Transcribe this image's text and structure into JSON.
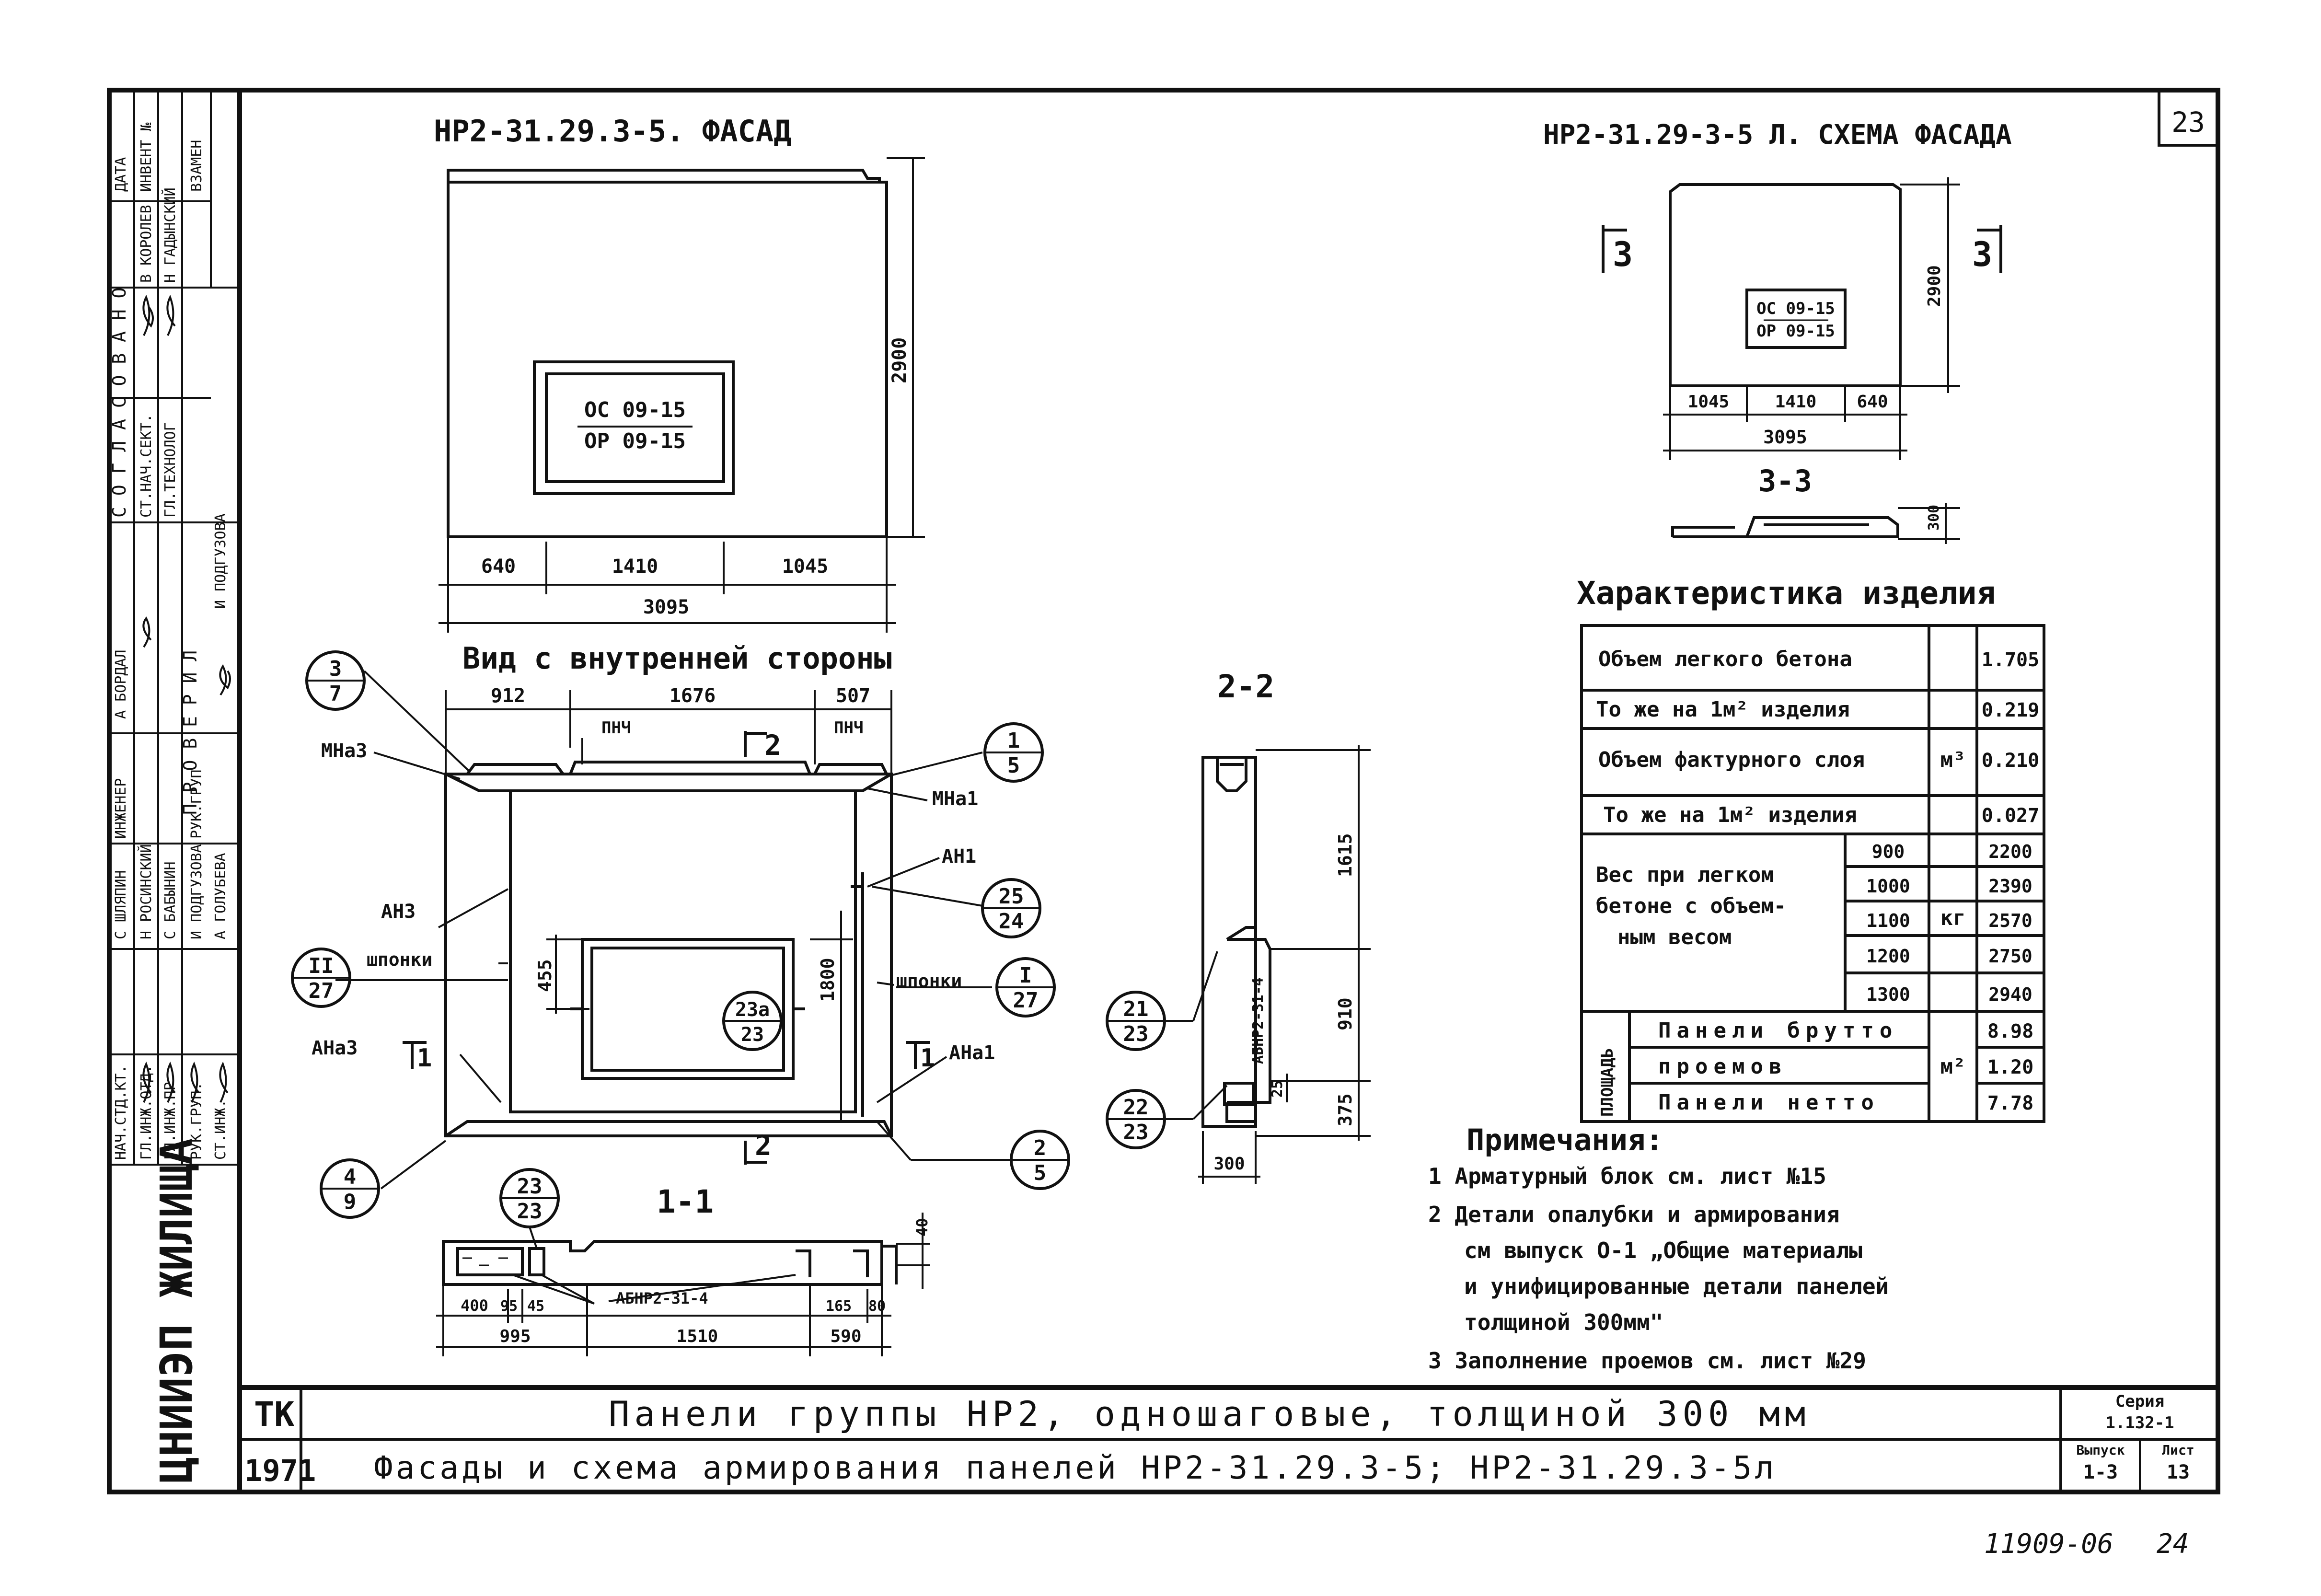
{
  "sheet_number": "23",
  "page_marks": {
    "doc_code": "11909-06",
    "page": "24"
  },
  "approval_block": {
    "headers": [
      "ДАТА",
      "ИНВЕНТ №",
      "ВЗАМЕН",
      "С О Г Л А С О В А Н О",
      "П Р О В Е Р И Л"
    ],
    "names": [
      "В КОРОЛЕВ",
      "Н ГАДЫНСКИЙ",
      "А БОРДАЛ",
      "И ПОДГУЗОВА",
      "С ШЛЯПИН",
      "Н РОСИНСКИЙ",
      "С БАБЫНИН",
      "И ПОДГУЗОВА",
      "А ГОЛУБЕВА"
    ],
    "roles": [
      "ГЛ.ИНЖ.ПР",
      "РУК.ГРУП.",
      "СТ.ИНЖ.",
      "НАЧ.СТД.КТ.",
      "ИНЖЕНЕР",
      "РУК.ГРУП",
      "ГЛ.ТЕХНОЛОГ",
      "СТ.НАЧ.СЕКТ.",
      "ГЛ.ИНЖ.ОТД."
    ],
    "org": "ЦНИИЭП ЖИЛИЩА"
  },
  "facade": {
    "title": "НР2-31.29.3-5. ФАСАД",
    "window_label_top": "ОС 09-15",
    "window_label_bottom": "ОР 09-15",
    "height_dim": "2900",
    "dims_bottom": [
      "640",
      "1410",
      "1045"
    ],
    "total_dim": "3095"
  },
  "scheme": {
    "title": "НР2-31.29-3-5 Л. СХЕМА ФАСАДА",
    "section_left": "3",
    "section_right": "3",
    "window_label_top": "ОС 09-15",
    "window_label_bottom": "ОР 09-15",
    "height_dim": "2900",
    "dims_bottom": [
      "1045",
      "1410",
      "640"
    ],
    "total_dim": "3095",
    "section_title": "3-3",
    "section_dim": "300"
  },
  "interior": {
    "title": "Вид с внутренней стороны",
    "dims_top": [
      "912",
      "1676",
      "507"
    ],
    "labels": {
      "mna3": "МНа3",
      "pnch1": "ПНЧ",
      "pnch2": "ПНЧ",
      "mna1": "МНа1",
      "an1": "АН1",
      "an3": "АН3",
      "shponki_left": "шпонки",
      "shponki_right": "шпонки",
      "ana3": "АНа3",
      "ana1": "АНа1"
    },
    "section_marks": {
      "top": "2",
      "bottom": "2",
      "left": "1",
      "right": "1"
    },
    "window_h": "455",
    "window_h2": "1800",
    "callouts": {
      "c3_7": [
        "3",
        "7"
      ],
      "c1_5": [
        "1",
        "5"
      ],
      "c25_24": [
        "25",
        "24"
      ],
      "cII_27": [
        "II",
        "27"
      ],
      "cI_27": [
        "I",
        "27"
      ],
      "c23a_23": [
        "23а",
        "23"
      ],
      "c4_9": [
        "4",
        "9"
      ],
      "c2_5": [
        "2",
        "5"
      ]
    }
  },
  "section_2_2": {
    "title": "2-2",
    "dims_right": [
      "1615",
      "910",
      "375"
    ],
    "small_dim": "25",
    "bottom_dim": "300",
    "block_label": "АБНР2-31-4",
    "callouts": {
      "c21_23": [
        "21",
        "23"
      ],
      "c22_23": [
        "22",
        "23"
      ]
    }
  },
  "section_1_1": {
    "title": "1-1",
    "callout": [
      "23",
      "23"
    ],
    "block_label": "АБНР2-31-4",
    "dims_detail": [
      "400",
      "95",
      "45",
      "165",
      "80"
    ],
    "dims_total": [
      "995",
      "1510",
      "590"
    ],
    "dim_40": "40"
  },
  "characteristics": {
    "title": "Характеристика изделия",
    "rows": [
      {
        "label": "Объем легкого бетона",
        "value": "1.705"
      },
      {
        "label": "То же на 1м² изделия",
        "value": "0.219"
      },
      {
        "label": "Объем фактурного слоя",
        "value": "0.210"
      },
      {
        "label": "То же на 1м² изделия",
        "value": "0.027"
      }
    ],
    "unit_volume": "м³",
    "weight_label": [
      "Вес при легком",
      "бетоне с объем-",
      "ным весом"
    ],
    "weight_rows": [
      {
        "density": "900",
        "value": "2200"
      },
      {
        "density": "1000",
        "value": "2390"
      },
      {
        "density": "1100",
        "value": "2570"
      },
      {
        "density": "1200",
        "value": "2750"
      },
      {
        "density": "1300",
        "value": "2940"
      }
    ],
    "unit_weight": "кг",
    "area_label": "ПЛОЩАДЬ",
    "area_rows": [
      {
        "label": "Панели брутто",
        "value": "8.98"
      },
      {
        "label": "проемов",
        "value": "1.20"
      },
      {
        "label": "Панели нетто",
        "value": "7.78"
      }
    ],
    "unit_area": "м²"
  },
  "notes": {
    "title": "Примечания:",
    "items": [
      "1 Арматурный блок см. лист №15",
      "2 Детали опалубки и армирования",
      "см выпуск О-1 „Общие материалы",
      "и унифицированные детали панелей",
      "толщиной 300мм\"",
      "3 Заполнение проемов см. лист №29"
    ]
  },
  "title_block": {
    "tk": "ТК",
    "year": "1971",
    "line1": "Панели группы НР2, одношаговые, толщиной 300 мм",
    "line2": "Фасады и схема армирования панелей НР2-31.29.3-5; НР2-31.29.3-5л",
    "series_label": "Серия",
    "series": "1.132-1",
    "issue_label": "Выпуск",
    "issue": "1-3",
    "sheet_label": "Лист",
    "sheet": "13"
  }
}
